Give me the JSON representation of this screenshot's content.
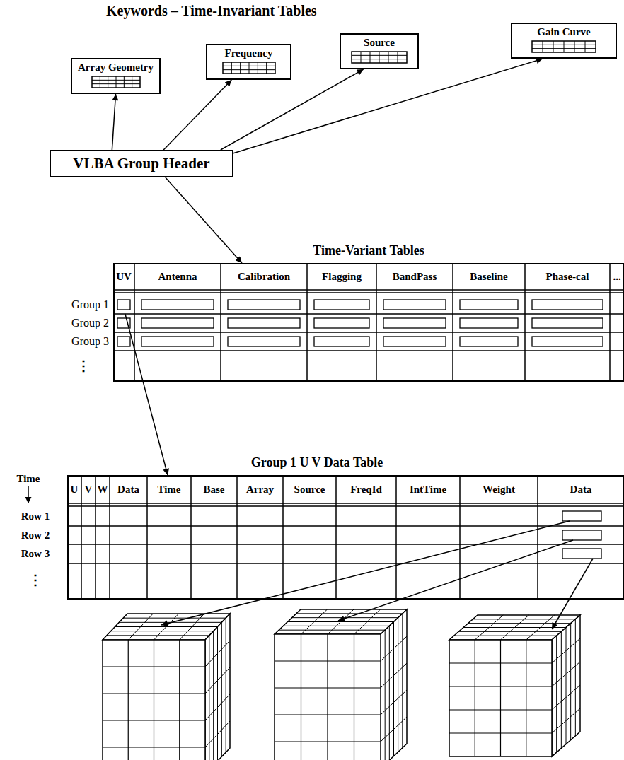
{
  "diagram": {
    "title": "Keywords – Time-Invariant Tables",
    "nodes": [
      {
        "text": [
          "Array Geometry"
        ]
      },
      {
        "text": [
          "Frequency"
        ]
      },
      {
        "text": [
          "Source"
        ]
      },
      {
        "text": [
          "Gain Curve"
        ]
      },
      {
        "text": [
          "VLBA Group Header"
        ]
      },
      {
        "text": [
          "Time-Variant Tables"
        ]
      },
      {
        "text": [
          "Group 1"
        ],
        "in": 5
      },
      {
        "text": [
          "Group 2"
        ],
        "in": 5
      },
      {
        "text": [
          "Group 3"
        ],
        "in": 5
      },
      {
        "text": [
          "Group 1 U V Data Table"
        ]
      }
    ],
    "edges": [
      {
        "from": 4,
        "to": 0,
        "arrow": "to"
      },
      {
        "from": 4,
        "to": 1,
        "arrow": "to"
      },
      {
        "from": 4,
        "to": 2,
        "arrow": "to"
      },
      {
        "from": 4,
        "to": 3,
        "arrow": "to"
      },
      {
        "from": 4,
        "to": 5,
        "arrow": "to"
      },
      {
        "from": 6,
        "to": 9,
        "arrow": "to"
      }
    ],
    "labels": [
      "UV",
      "Antenna",
      "Calibration",
      "Flagging",
      "BandPass",
      "Baseline",
      "Phase-cal",
      "...",
      "⋮",
      "Time",
      "U",
      "V",
      "W",
      "Data",
      "Time",
      "Base",
      "Array",
      "Source",
      "FreqId",
      "IntTime",
      "Weight",
      "Data",
      "Row 1",
      "Row 2",
      "Row 3",
      "⋮"
    ]
  }
}
